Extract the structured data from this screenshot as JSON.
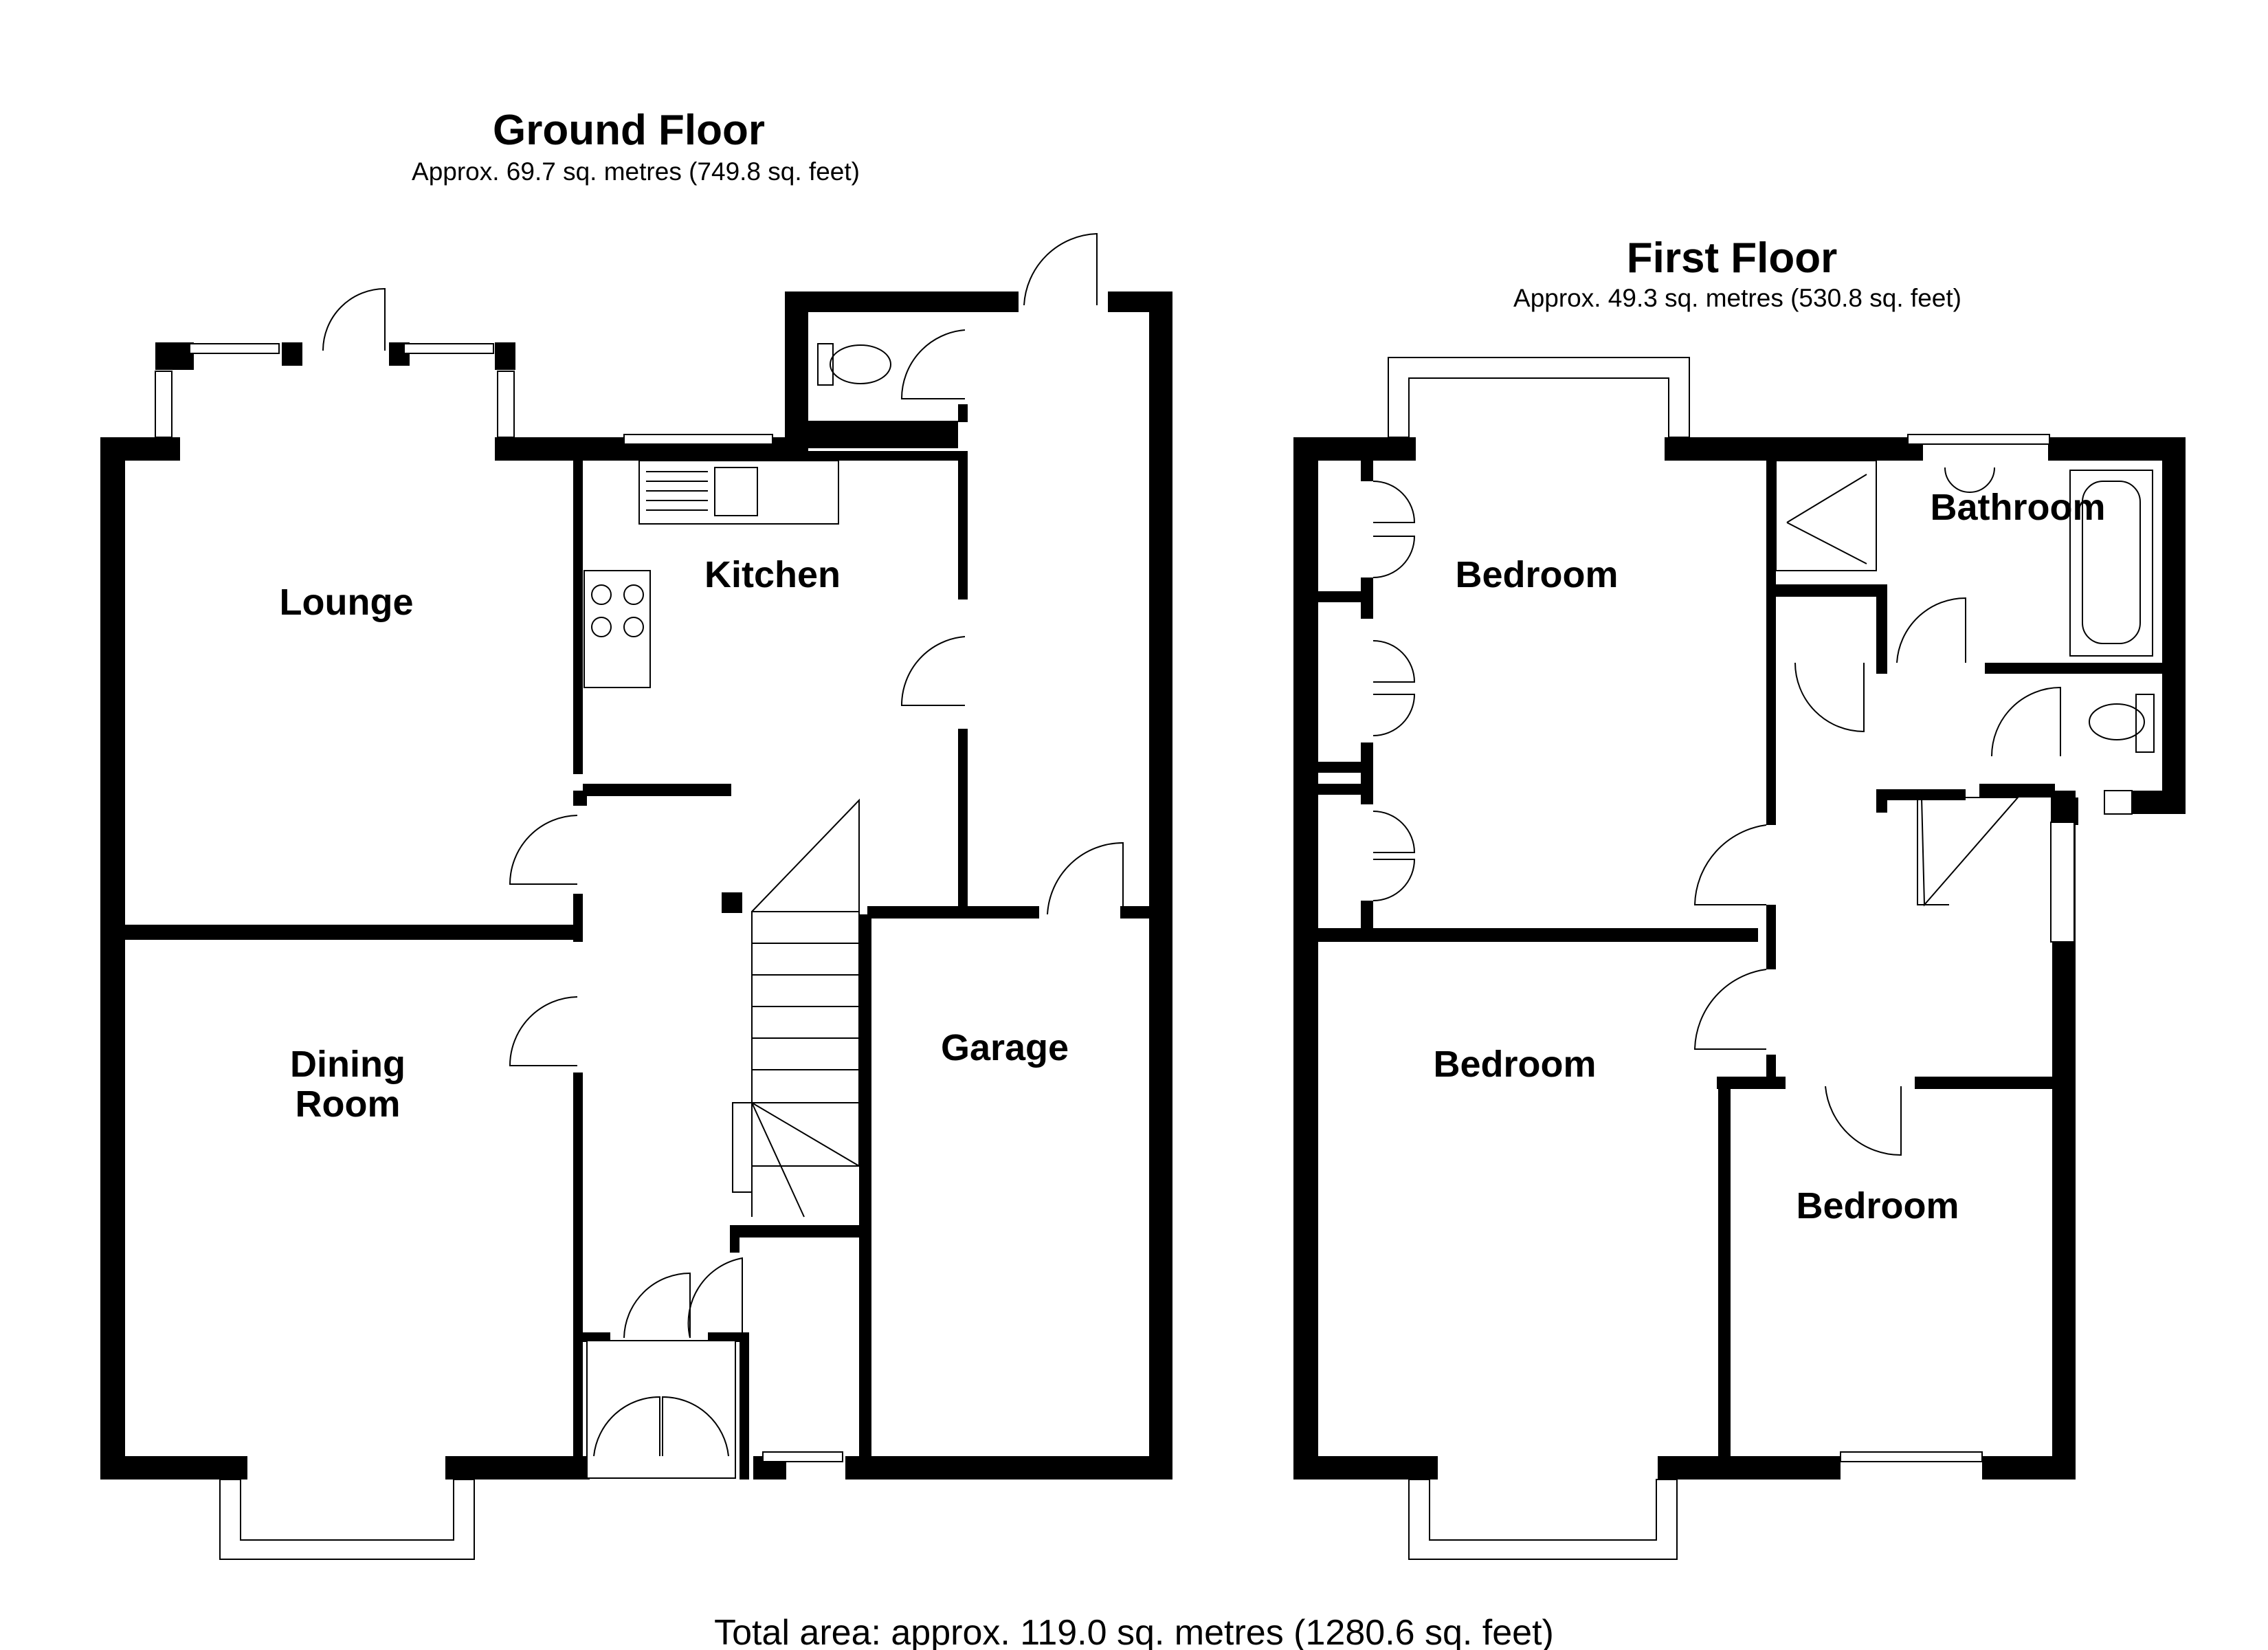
{
  "ground_floor": {
    "title": "Ground Floor",
    "area": "Approx. 69.7 sq. metres (749.8 sq. feet)",
    "rooms": {
      "lounge": "Lounge",
      "kitchen": "Kitchen",
      "dining_line1": "Dining",
      "dining_line2": "Room",
      "garage": "Garage"
    }
  },
  "first_floor": {
    "title": "First Floor",
    "area": "Approx. 49.3 sq. metres (530.8 sq. feet)",
    "rooms": {
      "bedroom_1": "Bedroom",
      "bathroom": "Bathroom",
      "bedroom_2": "Bedroom",
      "bedroom_3": "Bedroom"
    }
  },
  "total_area": "Total area: approx. 119.0 sq. metres (1280.6 sq. feet)"
}
